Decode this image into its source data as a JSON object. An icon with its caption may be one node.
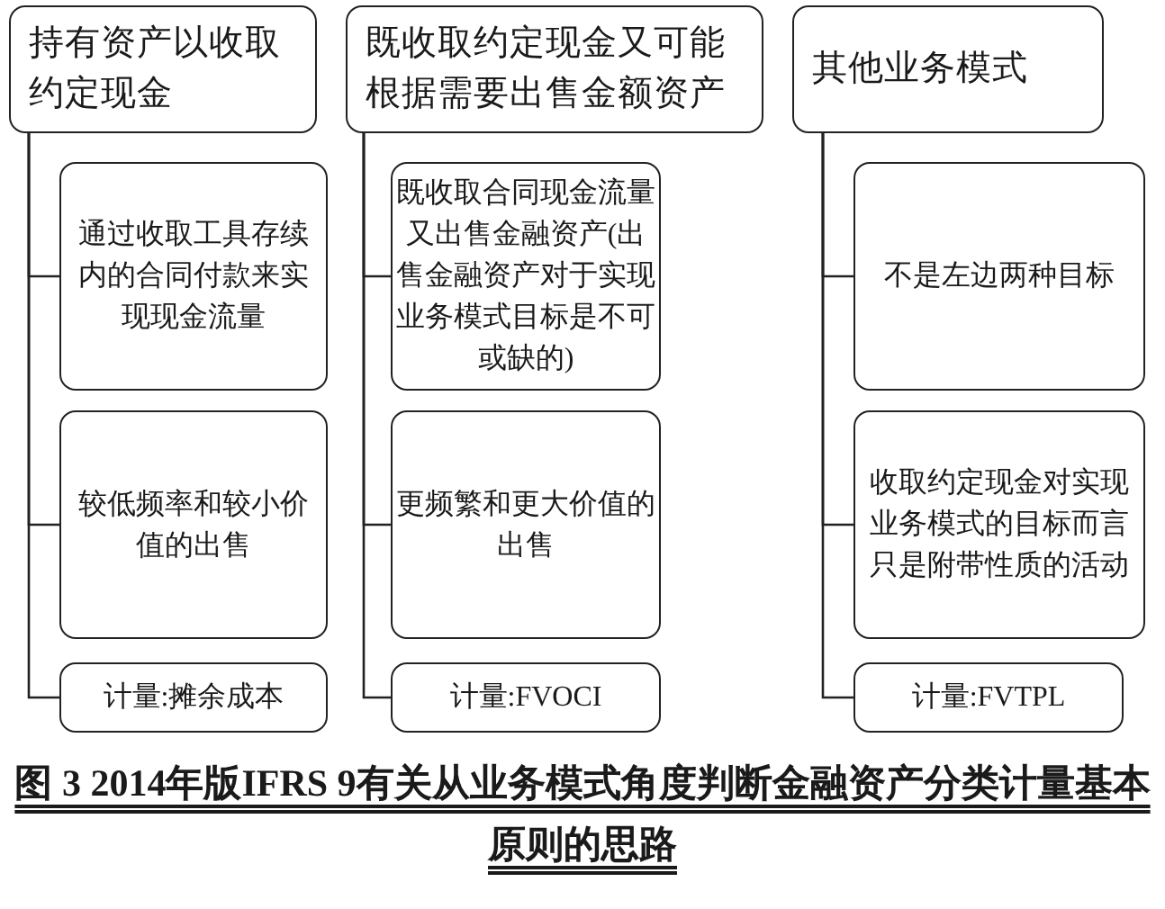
{
  "diagram": {
    "caption": "图 3  2014年版IFRS 9有关从业务模式角度判断金融资产分类计量基本原则的思路",
    "nodes": [
      {
        "text": [
          "持有资产以收取约定现金"
        ]
      },
      {
        "text": [
          "通过收取工具存续内的合同付款来实现现金流量"
        ]
      },
      {
        "text": [
          "较低频率和较小价值的出售"
        ]
      },
      {
        "text": [
          "计量:摊余成本"
        ]
      },
      {
        "text": [
          "既收取约定现金又可能根据需要出售金额资产"
        ]
      },
      {
        "text": [
          "既收取合同现金流量又出售金融资产(出售金融资产对于实现业务模式目标是不可或缺的)"
        ]
      },
      {
        "text": [
          "更频繁和更大价值的出售"
        ]
      },
      {
        "text": [
          "计量:FVOCI"
        ]
      },
      {
        "text": [
          "其他业务模式"
        ]
      },
      {
        "text": [
          "不是左边两种目标"
        ]
      },
      {
        "text": [
          "收取约定现金对实现业务模式的目标而言只是附带性质的活动"
        ]
      },
      {
        "text": [
          "计量:FVTPL"
        ]
      }
    ],
    "edges": [
      {
        "from": 0,
        "to": 1,
        "arrow": "none"
      },
      {
        "from": 0,
        "to": 2,
        "arrow": "none"
      },
      {
        "from": 0,
        "to": 3,
        "arrow": "none"
      },
      {
        "from": 4,
        "to": 5,
        "arrow": "none"
      },
      {
        "from": 4,
        "to": 6,
        "arrow": "none"
      },
      {
        "from": 4,
        "to": 7,
        "arrow": "none"
      },
      {
        "from": 8,
        "to": 9,
        "arrow": "none"
      },
      {
        "from": 8,
        "to": 10,
        "arrow": "none"
      },
      {
        "from": 8,
        "to": 11,
        "arrow": "none"
      }
    ]
  }
}
